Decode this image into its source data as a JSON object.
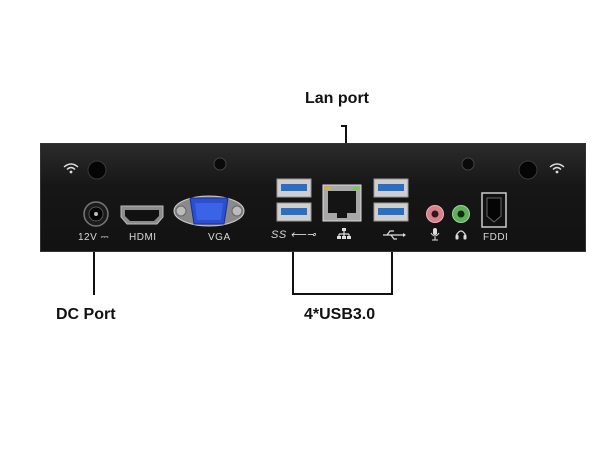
{
  "callouts": {
    "lan_port": "Lan port",
    "dc_port": "DC Port",
    "usb": "4*USB3.0"
  },
  "port_labels": {
    "dc": "12V",
    "hdmi": "HDMI",
    "vga": "VGA",
    "usb_left": "SS",
    "fddi": "FDDI"
  },
  "colors": {
    "chassis": "#161616",
    "usb_blue": "#2a6fc4",
    "vga_blue": "#2c4fd1",
    "mic_pink": "#d9808a",
    "headphone_green": "#5fae5a"
  }
}
